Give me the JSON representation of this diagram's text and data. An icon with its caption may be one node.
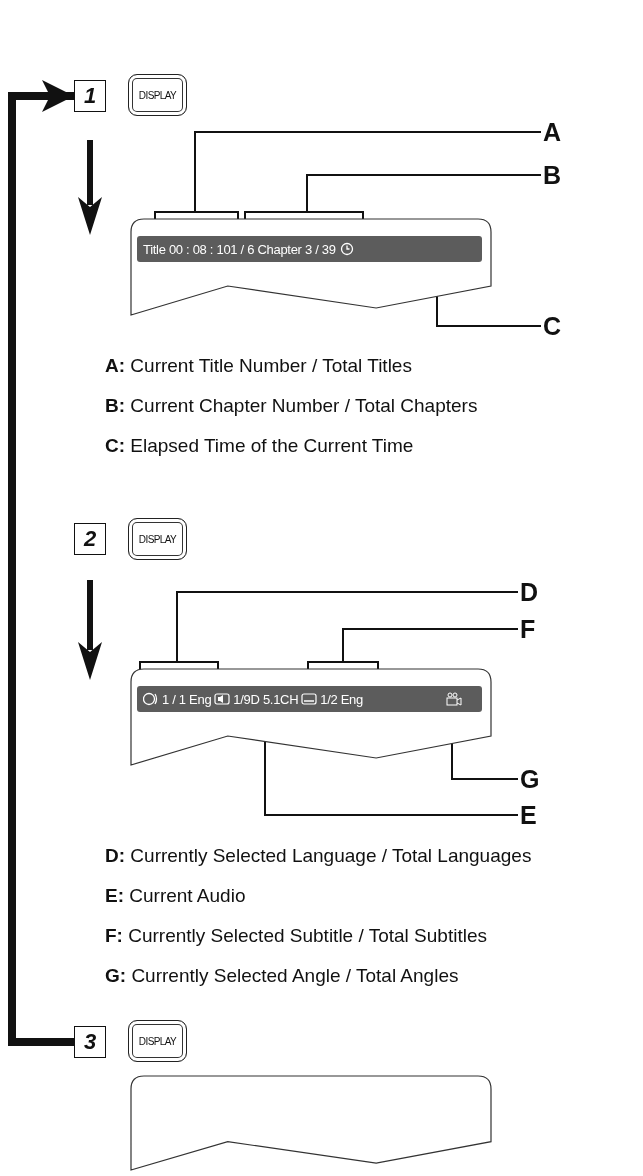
{
  "diagram": {
    "nodes": [
      {
        "text": [
          "1"
        ]
      },
      {
        "text": [
          "DISPLAY"
        ]
      },
      {
        "text": [
          "Title 00 : 08 : 101 / 6 Chapter 3 / 39"
        ]
      },
      {
        "text": [
          "A"
        ]
      },
      {
        "text": [
          "B"
        ]
      },
      {
        "text": [
          "C"
        ]
      },
      {
        "text": [
          "2"
        ]
      },
      {
        "text": [
          "DISPLAY"
        ]
      },
      {
        "text": [
          "1 / 1 Eng",
          "1/9D 5.1CH",
          "1/2 Eng"
        ]
      },
      {
        "text": [
          "D"
        ]
      },
      {
        "text": [
          "F"
        ]
      },
      {
        "text": [
          "G"
        ]
      },
      {
        "text": [
          "E"
        ]
      },
      {
        "text": [
          "3"
        ]
      },
      {
        "text": [
          "DISPLAY"
        ]
      },
      {
        "text": [],
        "shape": "box"
      }
    ],
    "edges": [
      {
        "from": 3,
        "to": 2,
        "arrow": "none"
      },
      {
        "from": 4,
        "to": 2,
        "arrow": "none"
      },
      {
        "from": 5,
        "to": 2,
        "arrow": "none"
      },
      {
        "from": 9,
        "to": 8,
        "arrow": "none"
      },
      {
        "from": 10,
        "to": 8,
        "arrow": "none"
      },
      {
        "from": 11,
        "to": 8,
        "arrow": "none"
      },
      {
        "from": 12,
        "to": 8,
        "arrow": "none"
      },
      {
        "from": 13,
        "to": 0,
        "arrow": "to",
        "style": "thick"
      }
    ],
    "labels": [
      "**A:** Current Title Number / Total Titles",
      "**B:** Current Chapter Number / Total Chapters",
      "**C:** Elapsed Time of the Current Time",
      "**D:** Currently Selected Language / Total Languages",
      "**E:** Current Audio",
      "**F:** Currently Selected Subtitle / Total Subtitles",
      "**G:** Currently Selected Angle / Total Angles"
    ]
  }
}
